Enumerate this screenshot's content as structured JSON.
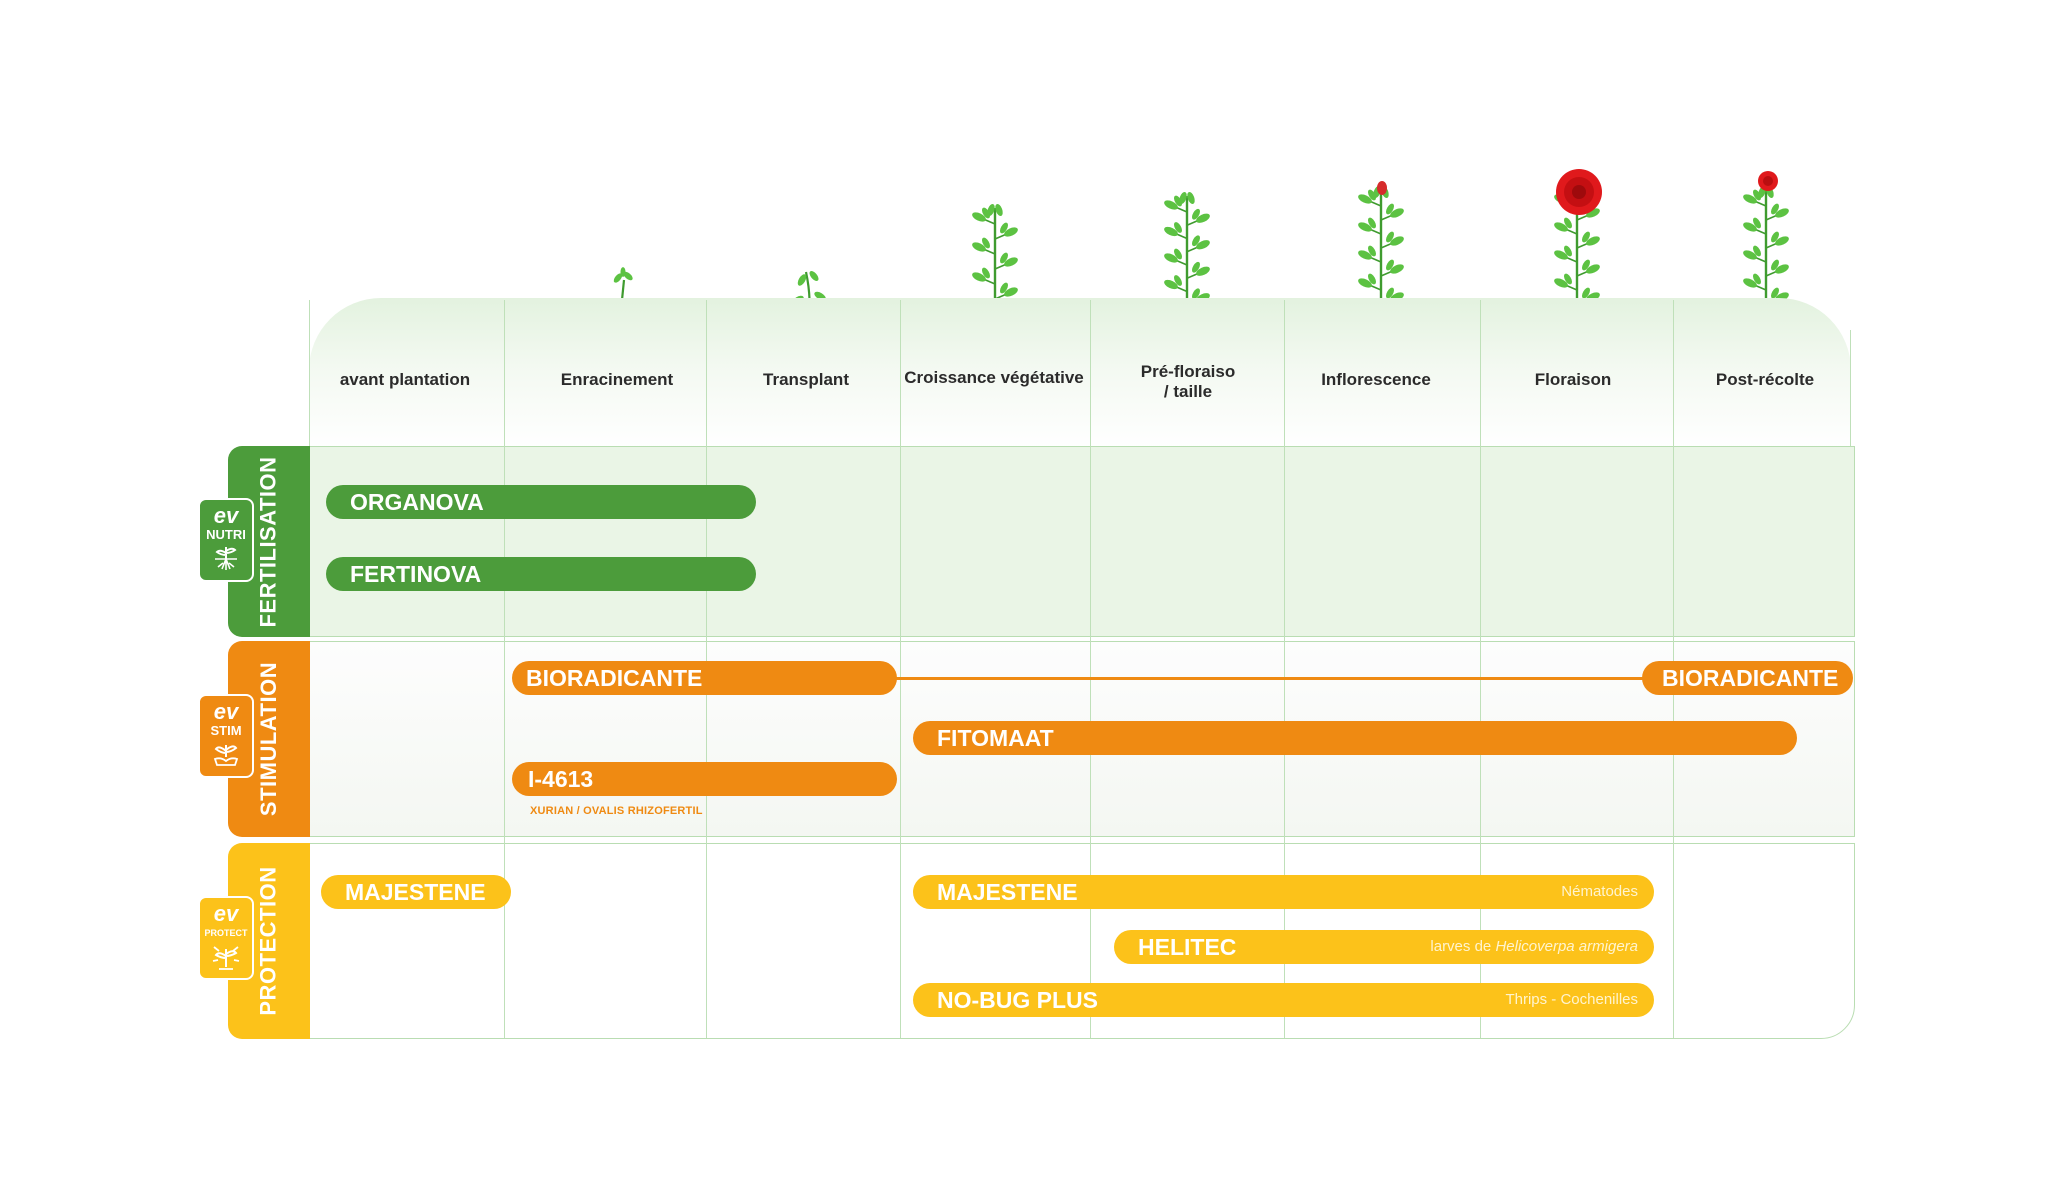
{
  "stages": [
    {
      "label": "avant plantation"
    },
    {
      "label": "Enracinement"
    },
    {
      "label": "Transplant"
    },
    {
      "label": "Croissance végétative"
    },
    {
      "label": "Pré-floraiso\n/ taille"
    },
    {
      "label": "Inflorescence"
    },
    {
      "label": "Floraison"
    },
    {
      "label": "Post-récolte"
    }
  ],
  "sections": {
    "fertilisation": {
      "label": "FERTILISATION",
      "badge": {
        "logo": "ev",
        "kind": "NUTRI",
        "icon": "plant-roots-icon"
      },
      "color": "#4c9c3b",
      "products": {
        "organova": {
          "name": "ORGANOVA",
          "stages": "avant plantation – Transplant"
        },
        "fertinova": {
          "name": "FERTINOVA",
          "stages": "avant plantation – Transplant"
        }
      }
    },
    "stimulation": {
      "label": "STIMULATION",
      "badge": {
        "logo": "ev",
        "kind": "STIM",
        "icon": "sprout-hand-icon"
      },
      "color": "#ef8a12",
      "products": {
        "bioradicante_1": {
          "name": "BIORADICANTE",
          "stages": "Enracinement – Transplant"
        },
        "bioradicante_2": {
          "name": "BIORADICANTE",
          "stages": "Post-récolte"
        },
        "fitomaat": {
          "name": "FITOMAAT",
          "stages": "Croissance végétative – Post-récolte"
        },
        "i4613": {
          "name": "I-4613",
          "stages": "Enracinement – Transplant",
          "note": "XURIAN / OVALIS RHIZOFERTIL"
        }
      }
    },
    "protection": {
      "label": "PROTECTION",
      "badge": {
        "logo": "ev",
        "kind": "PROTECT",
        "icon": "shield-plant-icon"
      },
      "color": "#fcc21a",
      "products": {
        "majestene_1": {
          "name": "MAJESTENE",
          "stages": "avant plantation"
        },
        "majestene_2": {
          "name": "MAJESTENE",
          "stages": "Croissance végétative – Floraison",
          "target": "Nématodes"
        },
        "helitec": {
          "name": "HELITEC",
          "stages": "Pré-floraiso – Floraison",
          "target_prefix": "larves de ",
          "target_italic": "Helicoverpa armigera"
        },
        "nobug": {
          "name": "NO-BUG PLUS",
          "stages": "Croissance végétative – Floraison",
          "target": "Thrips - Cochenilles"
        }
      }
    }
  },
  "plant_icons": [
    "seedling-icon",
    "young-plant-icon",
    "leafy-plant-icon",
    "bushy-plant-icon",
    "budding-rose-icon",
    "blooming-rose-icon",
    "harvested-rose-icon"
  ]
}
